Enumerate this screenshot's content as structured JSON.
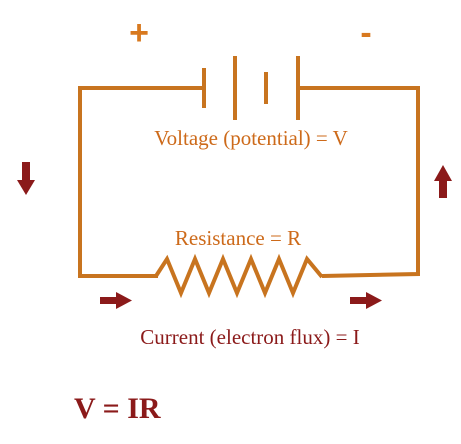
{
  "diagram": {
    "battery_positive": "+",
    "battery_negative": "-",
    "voltage_label": "Voltage (potential) = V",
    "resistance_label": "Resistance = R",
    "current_label": "Current (electron flux) = I",
    "equation": "V = IR"
  },
  "colors": {
    "wire": "#c8741f",
    "arrow": "#8b1a1a",
    "label_orange": "#cd6a1a",
    "label_red": "#8b1a1a"
  },
  "icons": {
    "flow_arrows": [
      "arrow-down-icon",
      "arrow-up-icon",
      "arrow-right-icon",
      "arrow-right-icon"
    ]
  }
}
